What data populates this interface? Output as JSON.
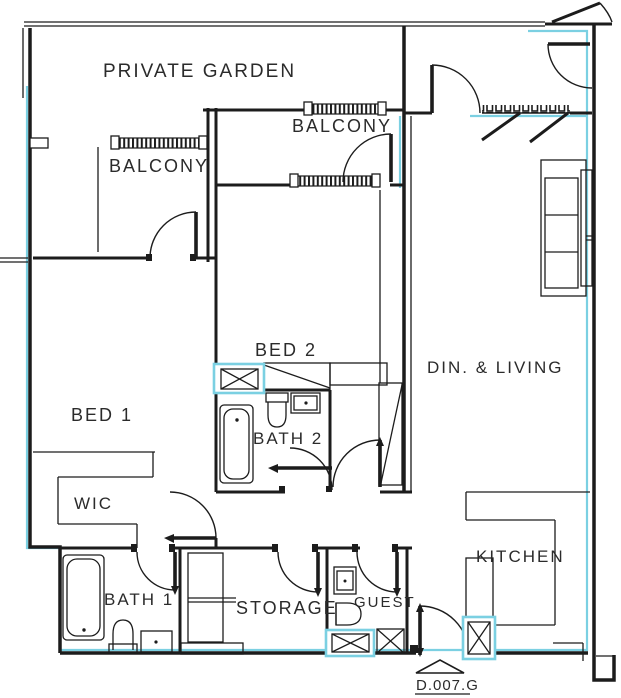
{
  "meta": {
    "drawing_type": "architectural floor plan"
  },
  "colors": {
    "wall": "#1c1c1c",
    "accent_cyan": "#7bd0e2",
    "background": "#ffffff",
    "label_text": "#2b2b2b"
  },
  "rooms": [
    {
      "id": "private-garden",
      "label": "PRIVATE GARDEN"
    },
    {
      "id": "balcony-left",
      "label": "BALCONY"
    },
    {
      "id": "balcony-middle",
      "label": "BALCONY"
    },
    {
      "id": "bed-1",
      "label": "BED 1"
    },
    {
      "id": "bed-2",
      "label": "BED 2"
    },
    {
      "id": "bath-1",
      "label": "BATH 1"
    },
    {
      "id": "bath-2",
      "label": "BATH 2"
    },
    {
      "id": "wic",
      "label": "WIC"
    },
    {
      "id": "storage",
      "label": "STORAGE"
    },
    {
      "id": "guest",
      "label": "GUEST"
    },
    {
      "id": "kitchen",
      "label": "KITCHEN"
    },
    {
      "id": "din-living",
      "label": "DIN. & LIVING"
    }
  ],
  "entrance": {
    "unit_label": "D.007.G"
  },
  "legend_symbols": [
    "bathtub",
    "toilet",
    "sink",
    "sofa",
    "wardrobe",
    "duct-shaft-x-box",
    "balcony-railing",
    "door-swing-arc",
    "folding-door",
    "entrance-triangle-marker"
  ]
}
